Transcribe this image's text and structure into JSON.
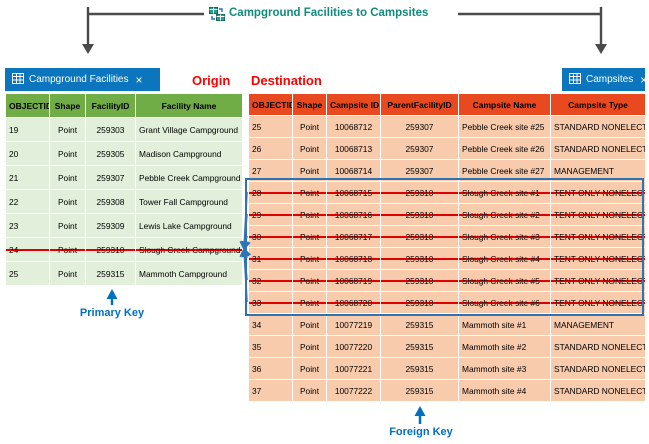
{
  "title": {
    "text": "Campground Facilities to Campsites"
  },
  "labels": {
    "origin": "Origin",
    "destination": "Destination",
    "primary_key": "Primary Key",
    "foreign_key": "Foreign Key"
  },
  "origin_table": {
    "tab_label": "Campground Facilities",
    "close_label": "×",
    "columns": [
      "OBJECTID",
      "Shape",
      "FacilityID",
      "Facility Name"
    ],
    "rows": [
      {
        "cells": [
          "19",
          "Point",
          "259303",
          "Grant Village Campground"
        ],
        "struck": false
      },
      {
        "cells": [
          "20",
          "Point",
          "259305",
          "Madison Campground"
        ],
        "struck": false
      },
      {
        "cells": [
          "21",
          "Point",
          "259307",
          "Pebble Creek Campground"
        ],
        "struck": false
      },
      {
        "cells": [
          "22",
          "Point",
          "259308",
          "Tower Fall Campground"
        ],
        "struck": false
      },
      {
        "cells": [
          "23",
          "Point",
          "259309",
          "Lewis Lake Campground"
        ],
        "struck": false
      },
      {
        "cells": [
          "24",
          "Point",
          "259310",
          "Slough Creek Campground"
        ],
        "struck": true
      },
      {
        "cells": [
          "25",
          "Point",
          "259315",
          "Mammoth Campground"
        ],
        "struck": false
      }
    ]
  },
  "destination_table": {
    "tab_label": "Campsites",
    "close_label": "×",
    "columns": [
      "OBJECTID",
      "Shape",
      "Campsite ID",
      "ParentFacilityID",
      "Campsite Name",
      "Campsite Type"
    ],
    "rows": [
      {
        "cells": [
          "25",
          "Point",
          "10068712",
          "259307",
          "Pebble Creek site #25",
          "STANDARD NONELECTRIC"
        ],
        "struck": false
      },
      {
        "cells": [
          "26",
          "Point",
          "10068713",
          "259307",
          "Pebble Creek site #26",
          "STANDARD NONELECTRIC"
        ],
        "struck": false
      },
      {
        "cells": [
          "27",
          "Point",
          "10068714",
          "259307",
          "Pebble Creek site #27",
          "MANAGEMENT"
        ],
        "struck": false
      },
      {
        "cells": [
          "28",
          "Point",
          "10068715",
          "259310",
          "Slough Creek site #1",
          "TENT ONLY NONELECTRIC"
        ],
        "struck": true
      },
      {
        "cells": [
          "29",
          "Point",
          "10068716",
          "259310",
          "Slough Creek site #2",
          "TENT ONLY NONELECTRIC"
        ],
        "struck": true
      },
      {
        "cells": [
          "30",
          "Point",
          "10068717",
          "259310",
          "Slough Creek site #3",
          "TENT ONLY NONELECTRIC"
        ],
        "struck": true
      },
      {
        "cells": [
          "31",
          "Point",
          "10068718",
          "259310",
          "Slough Creek site #4",
          "TENT ONLY NONELECTRIC"
        ],
        "struck": true
      },
      {
        "cells": [
          "32",
          "Point",
          "10068719",
          "259310",
          "Slough Creek site #5",
          "TENT ONLY NONELECTRIC"
        ],
        "struck": true
      },
      {
        "cells": [
          "33",
          "Point",
          "10068720",
          "259310",
          "Slough Creek site #6",
          "TENT ONLY NONELECTRIC"
        ],
        "struck": true
      },
      {
        "cells": [
          "34",
          "Point",
          "10077219",
          "259315",
          "Mammoth site #1",
          "MANAGEMENT"
        ],
        "struck": false
      },
      {
        "cells": [
          "35",
          "Point",
          "10077220",
          "259315",
          "Mammoth site #2",
          "STANDARD NONELECTRIC"
        ],
        "struck": false
      },
      {
        "cells": [
          "36",
          "Point",
          "10077221",
          "259315",
          "Mammoth site #3",
          "STANDARD NONELECTRIC"
        ],
        "struck": false
      },
      {
        "cells": [
          "37",
          "Point",
          "10077222",
          "259315",
          "Mammoth site #4",
          "STANDARD NONELECTRIC"
        ],
        "struck": false
      }
    ]
  },
  "colors": {
    "tab_blue": "#0b76bd",
    "origin_header_green": "#70ad47",
    "origin_row_green": "#e2efda",
    "destination_header_red": "#e9491e",
    "destination_row_peach": "#f8cbad",
    "strike_red": "#e00000",
    "role_label_red": "#ff0000",
    "key_label_blue": "#0070c0",
    "relationship_arrow_blue": "#2e74b5",
    "connector_gray": "#4a4a4a",
    "title_teal": "#118a7e"
  }
}
